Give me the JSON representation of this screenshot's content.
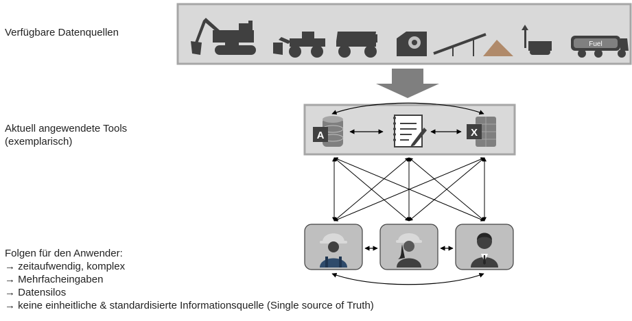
{
  "labels": {
    "sources": "Verfügbare Datenquellen",
    "tools_line1": "Aktuell angewendete Tools",
    "tools_line2": "(exemplarisch)",
    "consequences_title": "Folgen für den Anwender:",
    "consequences": [
      "→ zeitaufwendig, komplex",
      "→ Mehrfacheingaben",
      "→ Datensilos",
      "→ keine einheitliche & standardisierte Informationsquelle (Single source of Truth)"
    ]
  },
  "sources": [
    {
      "name": "excavator-icon"
    },
    {
      "name": "wheel-loader-icon"
    },
    {
      "name": "dump-truck-icon"
    },
    {
      "name": "crusher-icon"
    },
    {
      "name": "conveyor-icon"
    },
    {
      "name": "drill-rig-icon"
    },
    {
      "name": "fuel-truck-icon",
      "text": "Fuel"
    }
  ],
  "tools": [
    {
      "name": "access-icon",
      "letter": "A"
    },
    {
      "name": "notepad-icon"
    },
    {
      "name": "excel-icon",
      "letter": "X"
    }
  ],
  "users": [
    {
      "name": "worker-icon"
    },
    {
      "name": "female-worker-icon"
    },
    {
      "name": "businessman-icon"
    }
  ],
  "colors": {
    "panel_fill": "#d9d9d9",
    "panel_border": "#a6a6a6",
    "arrow": "#7f7f7f",
    "icon": "#404040",
    "user_fill": "#bfbfbf",
    "helmet": "#d9d9d9",
    "overall": "#2f4b6b"
  }
}
